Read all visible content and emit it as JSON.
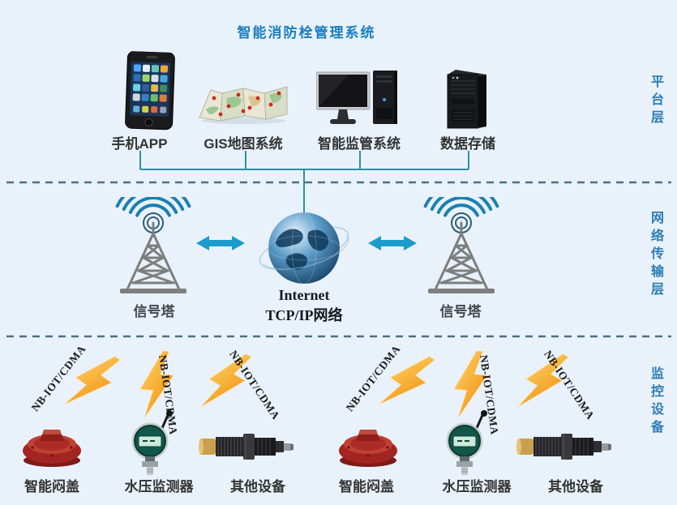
{
  "title": "智能消防栓管理系统",
  "side_labels": {
    "platform": "平台层",
    "network": "网络传输层",
    "devices": "监控设备"
  },
  "platform": {
    "items": [
      {
        "label": "手机APP",
        "icon": "smartphone"
      },
      {
        "label": "GIS地图系统",
        "icon": "folded-map"
      },
      {
        "label": "智能监管系统",
        "icon": "desktop-computer"
      },
      {
        "label": "数据存储",
        "icon": "server-tower"
      }
    ]
  },
  "network": {
    "tower_left": "信号塔",
    "tower_right": "信号塔",
    "internet": {
      "line1": "Internet",
      "line2": "TCP/IP网络"
    }
  },
  "devices": {
    "link_label": "NB-IOT/CDMA",
    "items": [
      {
        "label": "智能闷盖",
        "icon": "hydrant-cap"
      },
      {
        "label": "水压监测器",
        "icon": "pressure-monitor"
      },
      {
        "label": "其他设备",
        "icon": "cylindrical-sensor"
      },
      {
        "label": "智能闷盖",
        "icon": "hydrant-cap"
      },
      {
        "label": "水压监测器",
        "icon": "pressure-monitor"
      },
      {
        "label": "其他设备",
        "icon": "cylindrical-sensor"
      }
    ]
  },
  "colors": {
    "background": "#e9f2fb",
    "title": "#1b7ec2",
    "side_label": "#2c7cb5",
    "connector_line": "#2e8fa3",
    "divider_dash": "#4c7080",
    "arrow": "#1b9ccc",
    "bolt_gradient_from": "#ffd368",
    "bolt_gradient_to": "#ee8b07",
    "tower_arc": "#1b80b4",
    "tower_body": "#7e7e7e",
    "label_text": "#333333"
  }
}
